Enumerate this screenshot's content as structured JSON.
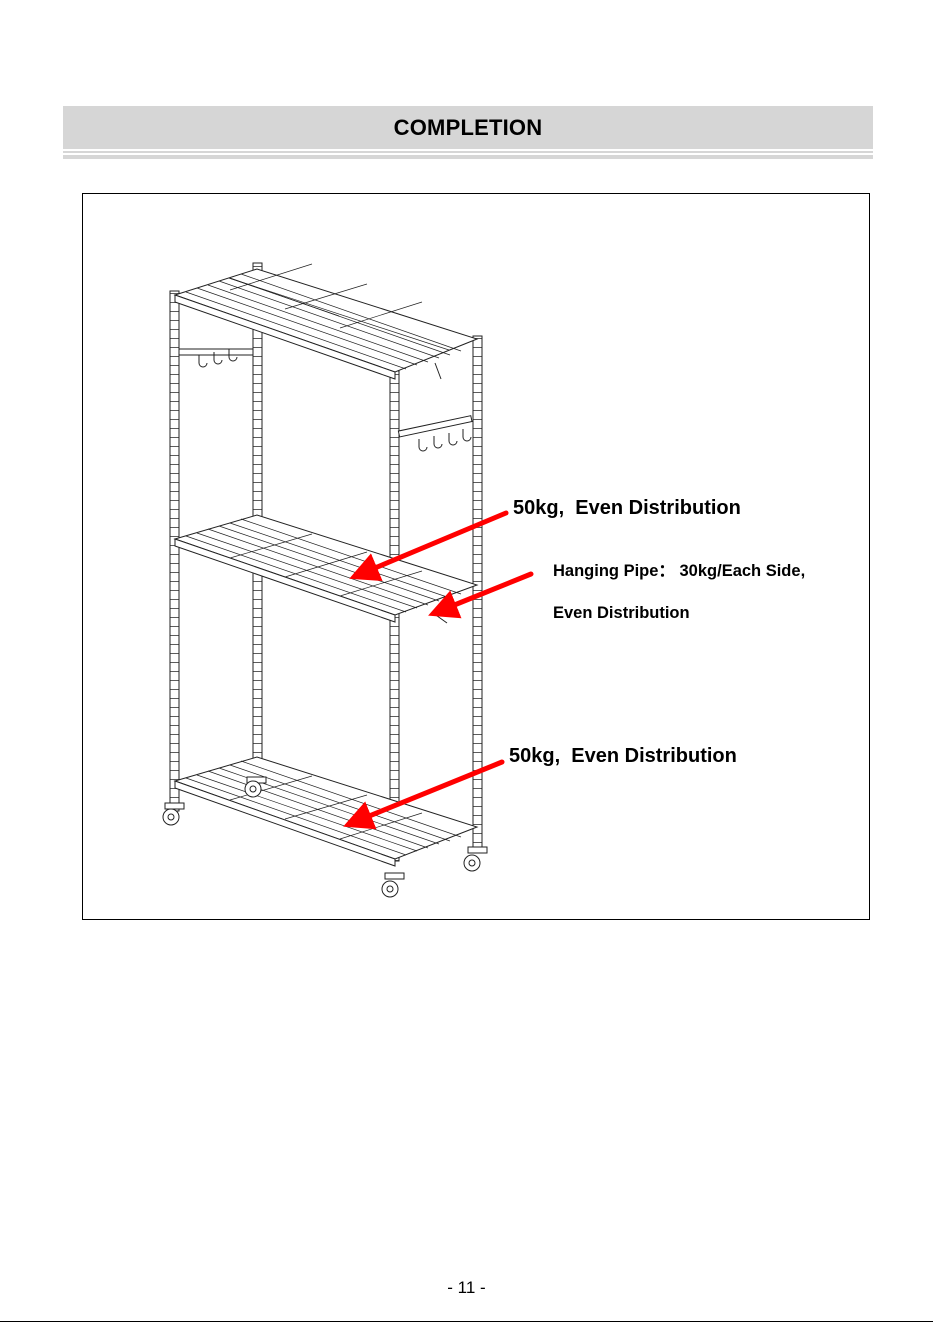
{
  "header": {
    "title": "COMPLETION"
  },
  "annotations": {
    "top_shelf": {
      "weight": "50kg,",
      "text": "Even Distribution"
    },
    "hanging_pipe": {
      "line1": "Hanging Pipe： 30kg/Each Side,",
      "line2": "Even Distribution"
    },
    "bottom_shelf": {
      "weight": "50kg,",
      "text": "Even Distribution"
    }
  },
  "footer": {
    "page_number": "- 11 -"
  },
  "colors": {
    "arrow": "#ff0000",
    "title_bar": "#d6d6d6"
  },
  "icons": [
    "wire-shelving-rack-illustration",
    "load-arrow-icon"
  ]
}
